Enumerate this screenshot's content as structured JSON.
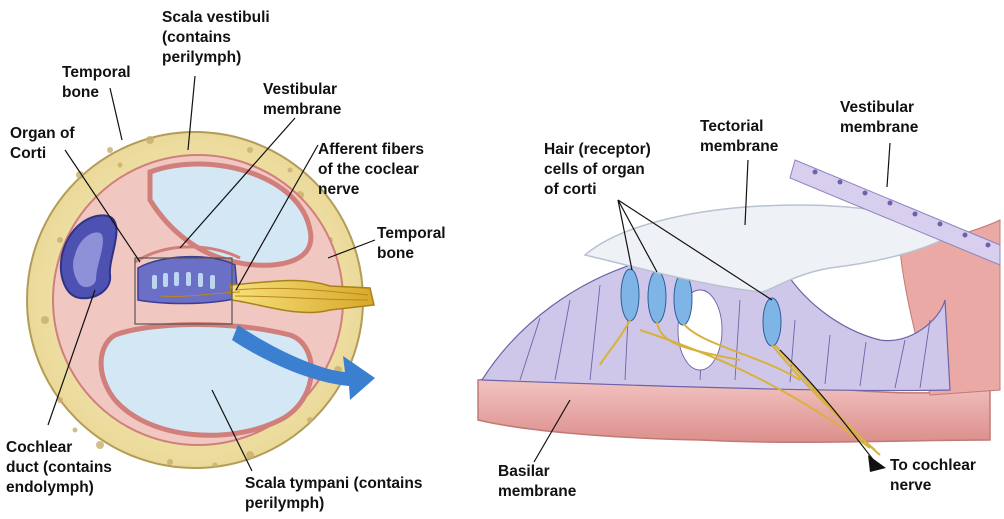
{
  "left_diagram": {
    "labels": {
      "scala_vestibuli": [
        "Scala vestibuli",
        "(contains",
        "perilymph)"
      ],
      "temporal_bone_top": [
        "Temporal",
        "bone"
      ],
      "vestibular_membrane": [
        "Vestibular",
        "membrane"
      ],
      "organ_of_corti": [
        "Organ of",
        "Corti"
      ],
      "afferent_fibers": [
        "Afferent fibers",
        "of the coclear",
        "nerve"
      ],
      "temporal_bone_right": [
        "Temporal",
        "bone"
      ],
      "cochlear_duct": [
        "Cochlear",
        "duct (contains",
        "endolymph)"
      ],
      "scala_tympani": [
        "Scala tympani (contains",
        "perilymph)"
      ]
    }
  },
  "right_diagram": {
    "labels": {
      "vestibular_membrane": [
        "Vestibular",
        "membrane"
      ],
      "tectorial_membrane": [
        "Tectorial",
        "membrane"
      ],
      "hair_cells": [
        "Hair (receptor)",
        "cells of organ",
        "of corti"
      ],
      "basilar_membrane": [
        "Basilar",
        "membrane"
      ],
      "to_cochlear_nerve": [
        "To cochlear",
        "nerve"
      ]
    }
  },
  "colors": {
    "bone": "#f3e8b2",
    "bone_spots": "#c9b27a",
    "fluid": "#cfe4f3",
    "membrane_pink": "#e9a7a7",
    "duct_purple": "#5b5fb8",
    "nerve_yellow": "#e8c94a",
    "arrow_blue": "#3b7fd0",
    "cells_lavender": "#c8c0e6",
    "tectorial": "#eef1f6"
  }
}
